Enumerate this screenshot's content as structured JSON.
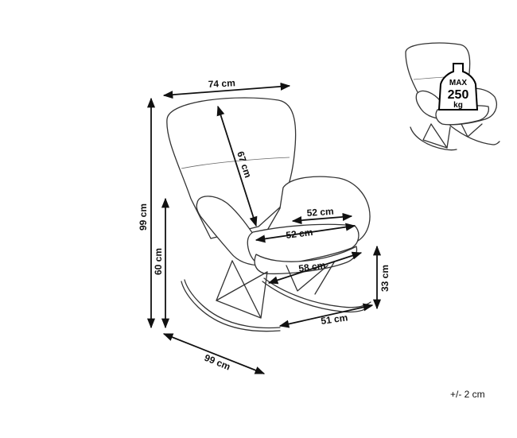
{
  "dimensions": {
    "top_width": "74 cm",
    "backrest_height": "67 cm",
    "total_height": "99 cm",
    "seat_height": "60 cm",
    "seat_width_back": "52 cm",
    "seat_width_front": "52 cm",
    "seat_depth": "58 cm",
    "rocker_height": "33 cm",
    "rocker_width": "51 cm",
    "total_depth": "99 cm"
  },
  "max_load": {
    "label_top": "MAX",
    "value": "250",
    "unit": "kg"
  },
  "tolerance": "+/- 2 cm",
  "colors": {
    "line": "#333333",
    "dimension": "#111111",
    "background": "#ffffff"
  }
}
